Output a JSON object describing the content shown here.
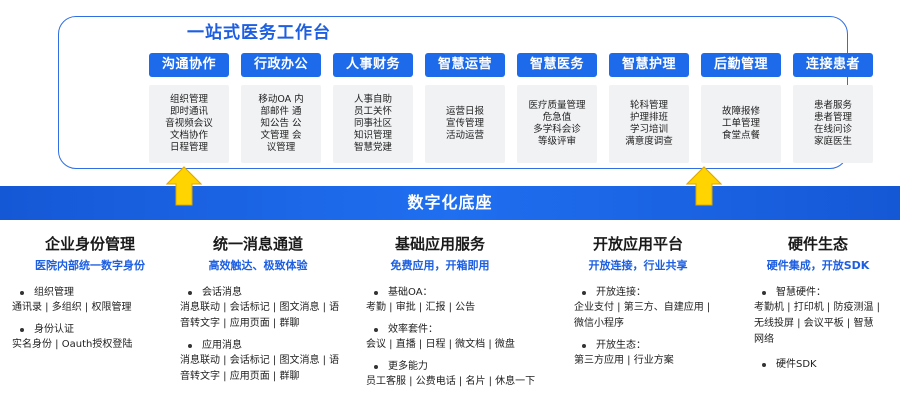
{
  "workbench": {
    "title": "一站式医务工作台",
    "modules": [
      {
        "title": "沟通协作",
        "lines": [
          "组织管理",
          "即时通讯",
          "音视频会议",
          "文档协作",
          "日程管理"
        ]
      },
      {
        "title": "行政办公",
        "lines": [
          "移动OA 内",
          "部邮件 通",
          "知公告 公",
          "文管理 会",
          "议管理"
        ]
      },
      {
        "title": "人事财务",
        "lines": [
          "人事自助",
          "员工关怀",
          "同事社区",
          "知识管理",
          "智慧党建"
        ]
      },
      {
        "title": "智慧运营",
        "lines": [
          "运营日报",
          "宣传管理",
          "活动运营"
        ]
      },
      {
        "title": "智慧医务",
        "lines": [
          "医疗质量管理",
          "危急值",
          "多学科会诊",
          "等级评审"
        ]
      },
      {
        "title": "智慧护理",
        "lines": [
          "轮科管理",
          "护理排班",
          "学习培训",
          "满意度调查"
        ]
      },
      {
        "title": "后勤管理",
        "lines": [
          "故障报修",
          "工单管理",
          "食堂点餐"
        ]
      },
      {
        "title": "连接患者",
        "lines": [
          "患者服务",
          "患者管理",
          "在线问诊",
          "家庭医生"
        ]
      }
    ]
  },
  "base": {
    "title": "数字化底座"
  },
  "columns": [
    {
      "title": "企业身份管理",
      "subtitle": "医院内部统一数字身份",
      "groups": [
        {
          "head": "组织管理",
          "lines": [
            "通讯录 | 多组织 | 权限管理"
          ]
        },
        {
          "head": "身份认证",
          "lines": [
            "实名身份 | Oauth授权登陆"
          ]
        }
      ]
    },
    {
      "title": "统一消息通道",
      "subtitle": "高效触达、极致体验",
      "groups": [
        {
          "head": "会话消息",
          "lines": [
            "消息联动 | 会话标记 | 图文消息 | 语",
            "音转文字 | 应用页面 | 群聊"
          ]
        },
        {
          "head": "应用消息",
          "lines": [
            "消息联动 | 会话标记 | 图文消息 | 语",
            "音转文字 | 应用页面 | 群聊"
          ]
        }
      ]
    },
    {
      "title": "基础应用服务",
      "subtitle": "免费应用，开箱即用",
      "groups": [
        {
          "head": "基础OA：",
          "lines": [
            "考勤 | 审批 | 汇报 | 公告"
          ]
        },
        {
          "head": "效率套件：",
          "lines": [
            "会议 | 直播 | 日程 | 微文档 | 微盘"
          ]
        },
        {
          "head": "更多能力",
          "lines": [
            "员工客服 | 公费电话 | 名片 | 休息一下"
          ]
        }
      ]
    },
    {
      "title": "开放应用平台",
      "subtitle": "开放连接，行业共享",
      "groups": [
        {
          "head": "开放连接：",
          "lines": [
            "企业支付 | 第三方、自建应用 |",
            "微信小程序"
          ]
        },
        {
          "head": "开放生态：",
          "lines": [
            "第三方应用 | 行业方案"
          ]
        }
      ]
    },
    {
      "title": "硬件生态",
      "subtitle": "硬件集成，开放SDK",
      "groups": [
        {
          "head": "智慧硬件：",
          "lines": [
            "考勤机 | 打印机 | 防疫测温 |",
            "无线投屏 | 会议平板 | 智慧",
            "网络"
          ]
        },
        {
          "head": "硬件SDK",
          "lines": []
        }
      ]
    }
  ],
  "colors": {
    "accent": "#1d6bea",
    "arrow": "#ffd400",
    "panel_border": "#2f6fe3"
  }
}
